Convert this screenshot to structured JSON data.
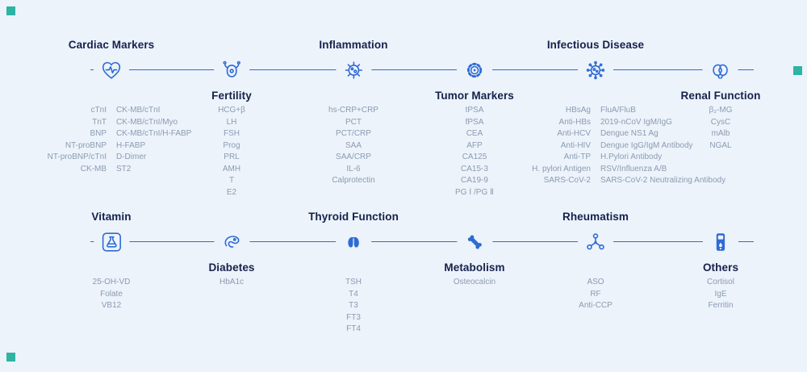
{
  "page": {
    "colors": {
      "bg": "#ecf3fb",
      "accent": "#2e6bd5",
      "title": "#16224b",
      "item": "#8c9bb1",
      "deco": "#2fb3a3"
    }
  },
  "rows": [
    {
      "categories": [
        {
          "title": "Cardiac Markers",
          "icon": "heart-pulse-icon",
          "side": "above",
          "columns": [
            [
              "cTnI",
              "TnT",
              "BNP",
              "NT-proBNP",
              "NT-proBNP/cTnI",
              "CK-MB"
            ],
            [
              "CK-MB/cTnI",
              "CK-MB/cTnI/Myo",
              "CK-MB/cTnI/H-FABP",
              "H-FABP",
              "D-Dimer",
              "ST2"
            ]
          ]
        },
        {
          "title": "Fertility",
          "icon": "uterus-icon",
          "side": "below",
          "columns": [
            [
              "HCG+β",
              "LH",
              "FSH",
              "Prog",
              "PRL",
              "AMH",
              "T",
              "E2"
            ]
          ]
        },
        {
          "title": "Inflammation",
          "icon": "virus-icon",
          "side": "above",
          "columns": [
            [
              "hs-CRP+CRP",
              "PCT",
              "PCT/CRP",
              "SAA",
              "SAA/CRP",
              "IL-6",
              "Calprotectin"
            ]
          ]
        },
        {
          "title": "Tumor Markers",
          "icon": "tumor-cell-icon",
          "side": "below",
          "columns": [
            [
              "tPSA",
              "fPSA",
              "CEA",
              "AFP",
              "CA125",
              "CA15-3",
              "CA19-9",
              "PG Ⅰ /PG Ⅱ"
            ]
          ]
        },
        {
          "title": "Infectious Disease",
          "icon": "pathogen-icon",
          "side": "above",
          "columns": [
            [
              "HBsAg",
              "Anti-HBs",
              "Anti-HCV",
              "Anti-HIV",
              "Anti-TP",
              "H. pylori Antigen",
              "SARS-CoV-2"
            ],
            [
              "FluA/FluB",
              "2019-nCoV IgM/IgG",
              "Dengue NS1 Ag",
              "Dengue IgG/IgM Antibody",
              "H.Pylori Antibody",
              "RSV/Influenza A/B",
              "SARS-CoV-2 Neutralizing Antibody"
            ]
          ]
        },
        {
          "title": "Renal Function",
          "icon": "kidneys-icon",
          "side": "below",
          "columns": [
            [
              "β₂-MG",
              "CysC",
              "mAlb",
              "NGAL"
            ]
          ]
        }
      ]
    },
    {
      "categories": [
        {
          "title": "Vitamin",
          "icon": "flask-icon",
          "side": "above",
          "columns": [
            [
              "25-OH-VD",
              "Folate",
              "VB12"
            ]
          ]
        },
        {
          "title": "Diabetes",
          "icon": "pancreas-icon",
          "side": "below",
          "columns": [
            [
              "HbA1c"
            ]
          ]
        },
        {
          "title": "Thyroid Function",
          "icon": "thyroid-icon",
          "side": "above",
          "columns": [
            [
              "TSH",
              "T4",
              "T3",
              "FT3",
              "FT4"
            ]
          ]
        },
        {
          "title": "Metabolism",
          "icon": "bone-icon",
          "side": "below",
          "columns": [
            [
              "Osteocalcin"
            ]
          ]
        },
        {
          "title": "Rheumatism",
          "icon": "molecule-icon",
          "side": "above",
          "columns": [
            [
              "ASO",
              "RF",
              "Anti-CCP"
            ]
          ]
        },
        {
          "title": "Others",
          "icon": "glucose-meter-icon",
          "side": "below",
          "columns": [
            [
              "Cortisol",
              "IgE",
              "Ferritin"
            ]
          ]
        }
      ]
    }
  ]
}
